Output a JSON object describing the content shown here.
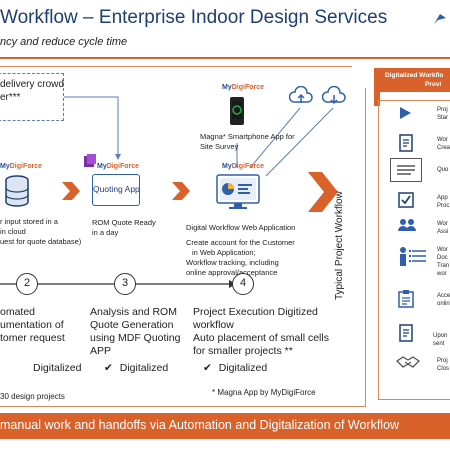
{
  "header": {
    "title": "Workflow – Enterprise Indoor Design Services",
    "subtitle": "ncy and reduce cycle time"
  },
  "crowd_box": {
    "line1": "delivery crowd",
    "line2": "er***"
  },
  "logos": {
    "text_a": "My",
    "text_b": "DigiForce"
  },
  "nodes": {
    "database_caption": [
      "r input stored in a",
      "in cloud",
      "uest for quote database)"
    ],
    "quoting_app_label": "Quoting App",
    "quoting_caption": [
      "ROM Quote Ready",
      "in a day"
    ],
    "magna_caption": [
      "Magna* Smartphone App for",
      "Site Survey"
    ],
    "web_app_caption": "Digital Workflow Web Application",
    "web_app_details": [
      "Create account for the Customer",
      "in Web Application;",
      "Workflow tracking, including",
      "online approval/acceptance"
    ]
  },
  "vertical_label": "Typical Project Workflow",
  "steps": [
    {
      "num": "2",
      "lines": [
        "omated",
        "umentation of",
        "tomer request"
      ],
      "status": "Digitalized",
      "check": ""
    },
    {
      "num": "3",
      "lines": [
        "Analysis and ROM",
        "Quote Generation",
        "using MDF Quoting",
        "APP"
      ],
      "status": "Digitalized",
      "check": "✔"
    },
    {
      "num": "4",
      "lines": [
        "Project Execution Digitized",
        "workflow",
        "Auto placement of small cells",
        "for smaller projects **"
      ],
      "status": "Digitalized",
      "check": "✔"
    }
  ],
  "notes": {
    "left": "30 design projects",
    "magna": "* Magna App by MyDigiForce"
  },
  "footer": "manual work and handoffs via Automation and Digitalization of Workflow",
  "right_panel": {
    "header_lines": [
      "Digitalized Workflo",
      "Provi"
    ],
    "items": [
      {
        "icon": "play-icon",
        "lines": [
          "Proj",
          "Star"
        ]
      },
      {
        "icon": "document-icon",
        "lines": [
          "Wor",
          "Crea"
        ]
      },
      {
        "icon": "list-icon",
        "lines": [
          "Quo"
        ]
      },
      {
        "icon": "checkbox-icon",
        "lines": [
          "App",
          "Proc"
        ]
      },
      {
        "icon": "people-icon",
        "lines": [
          "Wor",
          "Assi"
        ]
      },
      {
        "icon": "person-list-icon",
        "lines": [
          "Wor",
          "Doc",
          "Tran",
          "wor"
        ]
      },
      {
        "icon": "clipboard-icon",
        "lines": [
          "Acce",
          "onlin"
        ]
      },
      {
        "icon": "doc-sent-icon",
        "lines": [
          "Upon",
          "sent"
        ]
      },
      {
        "icon": "handshake-icon",
        "lines": [
          "Proj",
          "Clos"
        ]
      }
    ]
  },
  "colors": {
    "accent": "#d9622b",
    "navy": "#1f3f6e",
    "blue": "#2f5fa8"
  }
}
